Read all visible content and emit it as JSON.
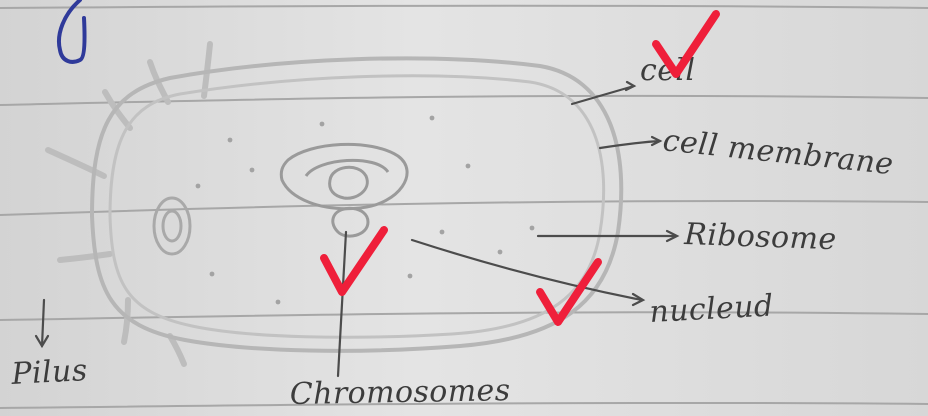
{
  "labels": {
    "cell": "cell",
    "cell_membrane": "cell membrane",
    "ribosome": "Ribosome",
    "nucleoid": "nucleud",
    "chromosomes": "Chromosomes",
    "pilus": "Pilus"
  },
  "colors": {
    "paper": "#dcdcdc",
    "ruled_line": "#a8a8a8",
    "pencil": "#3c3c3c",
    "tick_mark": "#ef1f3a",
    "blue_ink": "#2f3a9a"
  },
  "marks": {
    "check_count": 3
  }
}
